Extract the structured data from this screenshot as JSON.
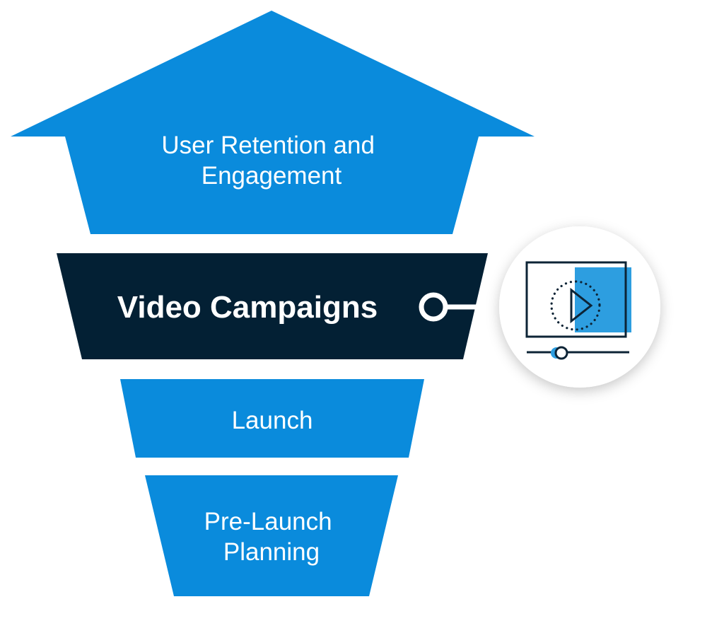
{
  "diagram": {
    "colors": {
      "stage": "#0a8bdc",
      "highlight": "#032034",
      "icon_accent": "#2d9ee0",
      "icon_stroke": "#0d2436",
      "connector": "#ffffff",
      "background": "#ffffff"
    },
    "stages": [
      {
        "id": "retention",
        "lines": [
          "User Retention and",
          "Engagement"
        ]
      },
      {
        "id": "video",
        "lines": [
          "Video Campaigns"
        ],
        "highlighted": true
      },
      {
        "id": "launch",
        "lines": [
          "Launch"
        ]
      },
      {
        "id": "prelaunch",
        "lines": [
          "Pre-Launch",
          "Planning"
        ]
      }
    ],
    "callout": {
      "icon": "video-player-icon",
      "attached_to": "video"
    }
  }
}
